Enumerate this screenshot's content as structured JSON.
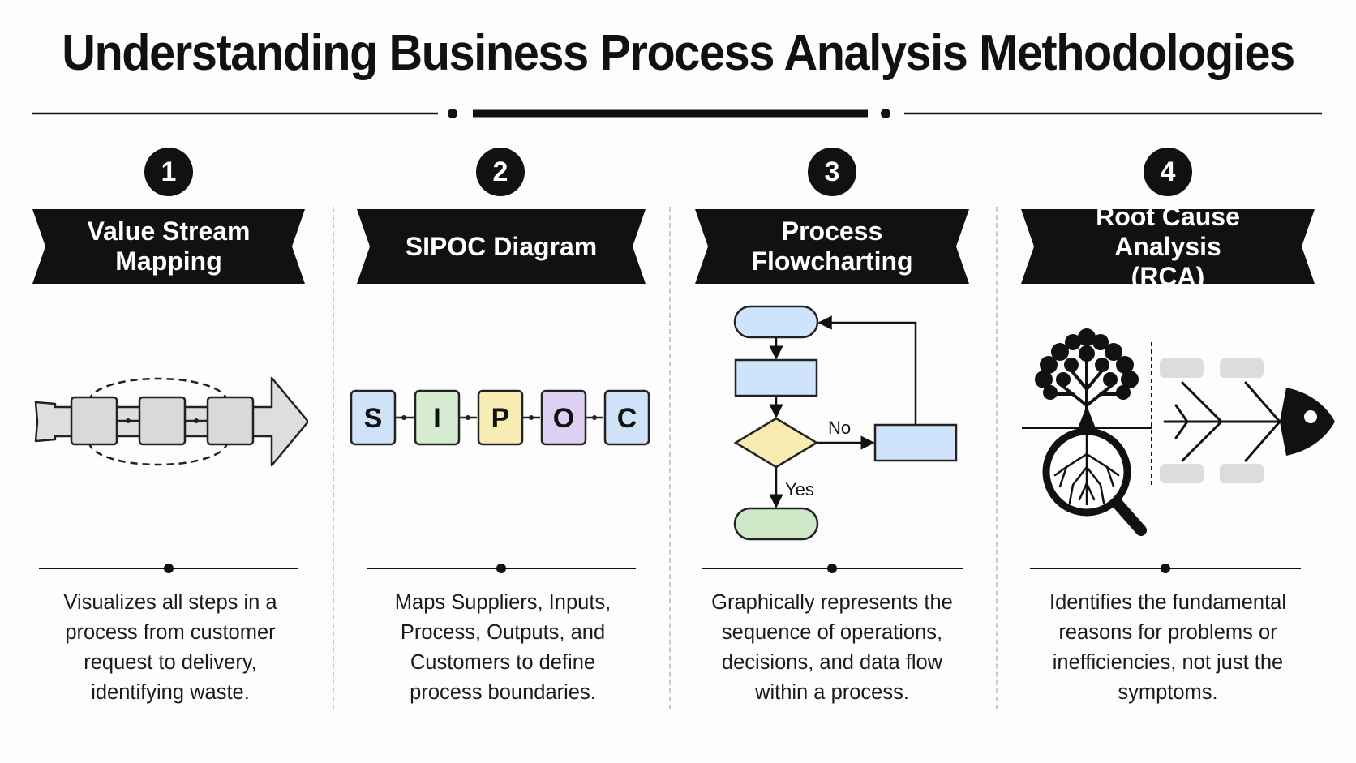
{
  "title": "Understanding Business Process Analysis Methodologies",
  "columns": [
    {
      "number": "1",
      "heading": "Value Stream\nMapping",
      "description": "Visualizes all steps in a process from customer request to delivery, identifying waste."
    },
    {
      "number": "2",
      "heading": "SIPOC Diagram",
      "description": "Maps Suppliers, Inputs, Process, Outputs, and Customers to define process boundaries.",
      "letters": [
        "S",
        "I",
        "P",
        "O",
        "C"
      ]
    },
    {
      "number": "3",
      "heading": "Process\nFlowcharting",
      "description": "Graphically represents the sequence of operations, decisions, and data flow within a process.",
      "no_label": "No",
      "yes_label": "Yes"
    },
    {
      "number": "4",
      "heading": "Root Cause Analysis\n(RCA)",
      "description": "Identifies the fundamental reasons for problems or inefficiencies, not just the symptoms."
    }
  ],
  "colors": {
    "ink": "#111111",
    "sipoc_fills": [
      "#cfe2f7",
      "#d5ecd0",
      "#f6ecb4",
      "#ddd0f2",
      "#cfe2f7"
    ],
    "flow_blue": "#cfe4fa",
    "flow_green": "#cfe9c8",
    "flow_yellow": "#f7ebb0",
    "grey_box": "#dcdcdc"
  }
}
